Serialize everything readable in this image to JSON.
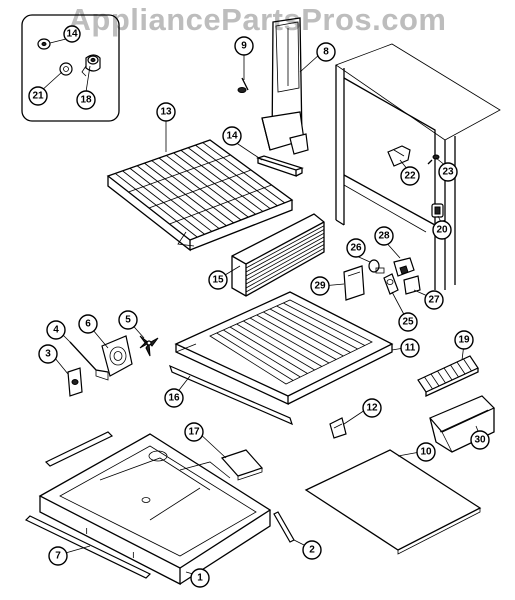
{
  "watermark": "AppliancePartsPros.com",
  "callouts": [
    {
      "key": "c1",
      "label": "1"
    },
    {
      "key": "c2",
      "label": "2"
    },
    {
      "key": "c3",
      "label": "3"
    },
    {
      "key": "c4",
      "label": "4"
    },
    {
      "key": "c5",
      "label": "5"
    },
    {
      "key": "c6",
      "label": "6"
    },
    {
      "key": "c7",
      "label": "7"
    },
    {
      "key": "c8",
      "label": "8"
    },
    {
      "key": "c9",
      "label": "9"
    },
    {
      "key": "c10",
      "label": "10"
    },
    {
      "key": "c11",
      "label": "11"
    },
    {
      "key": "c12",
      "label": "12"
    },
    {
      "key": "c13",
      "label": "13"
    },
    {
      "key": "c14a",
      "label": "14"
    },
    {
      "key": "c14b",
      "label": "14"
    },
    {
      "key": "c15",
      "label": "15"
    },
    {
      "key": "c16",
      "label": "16"
    },
    {
      "key": "c17",
      "label": "17"
    },
    {
      "key": "c18",
      "label": "18"
    },
    {
      "key": "c19",
      "label": "19"
    },
    {
      "key": "c20",
      "label": "20"
    },
    {
      "key": "c21",
      "label": "21"
    },
    {
      "key": "c22",
      "label": "22"
    },
    {
      "key": "c23",
      "label": "23"
    },
    {
      "key": "c25",
      "label": "25"
    },
    {
      "key": "c26",
      "label": "26"
    },
    {
      "key": "c27",
      "label": "27"
    },
    {
      "key": "c28",
      "label": "28"
    },
    {
      "key": "c29",
      "label": "29"
    },
    {
      "key": "c30",
      "label": "30"
    }
  ]
}
